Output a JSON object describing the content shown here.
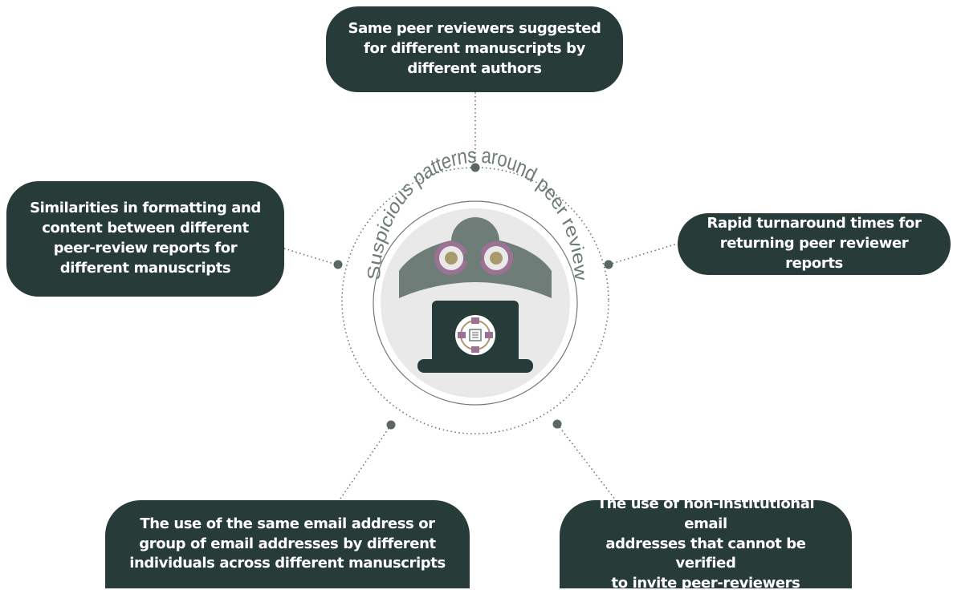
{
  "center": {
    "title": "Suspicious patterns around peer review"
  },
  "patterns": {
    "top": [
      "Same peer reviewers suggested",
      "for different manuscripts by",
      "different authors"
    ],
    "left": [
      "Similarities in formatting and",
      "content between different",
      "peer-review reports for",
      "different manuscripts"
    ],
    "right": [
      "Rapid turnaround times for",
      "returning peer reviewer reports"
    ],
    "bottom_left": [
      "The use of the same email address or",
      "group of email addresses by different",
      "individuals across different manuscripts"
    ],
    "bottom_right": [
      "The use of non-institutional email",
      "addresses that cannot be verified",
      "to invite peer-reviewers"
    ]
  },
  "colors": {
    "box": "#273b38",
    "text_on_box": "#ffffff",
    "figure": "#6f7d78",
    "lens_ring": "#9c7294",
    "lens_core": "#a89a6d",
    "disc": "#e9e9e9",
    "dots": "#5a6763"
  },
  "icons": [
    "binoculars-figure-icon",
    "laptop-icon",
    "peer-review-network-icon"
  ]
}
